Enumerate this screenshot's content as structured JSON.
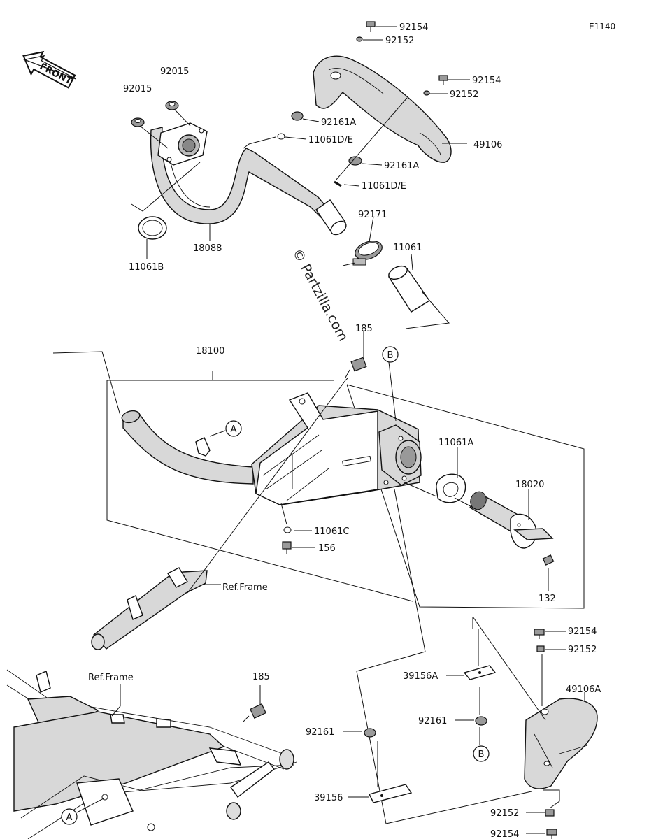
{
  "diagram_code": "E1140",
  "watermark": "© Partzilla.com",
  "front_arrow_label": "FRONT",
  "ref_frame_label": "Ref.Frame",
  "callouts": {
    "c92154_top": "92154",
    "c92152_top": "92152",
    "c92154_mid": "92154",
    "c92152_mid": "92152",
    "c92161A_1": "92161A",
    "c11061DE_1": "11061D/E",
    "c49106": "49106",
    "c92161A_2": "92161A",
    "c11061DE_2": "11061D/E",
    "c92015_a": "92015",
    "c92015_b": "92015",
    "c11061B": "11061B",
    "c18088": "18088",
    "c92171": "92171",
    "c11061": "11061",
    "c185_top": "185",
    "c18100": "18100",
    "c11061A": "11061A",
    "c18020": "18020",
    "c11061C": "11061C",
    "c156": "156",
    "c132": "132",
    "c185_bottom": "185",
    "c92154_r1": "92154",
    "c92152_r1": "92152",
    "c49106A": "49106A",
    "c39156A": "39156A",
    "c92161_mid": "92161",
    "c92161_left": "92161",
    "c39156": "39156",
    "c92152_r2": "92152",
    "c92154_r2": "92154"
  },
  "markers": {
    "A_upper": "A",
    "B_upper": "B",
    "B_lower": "B",
    "A_lower": "A"
  }
}
